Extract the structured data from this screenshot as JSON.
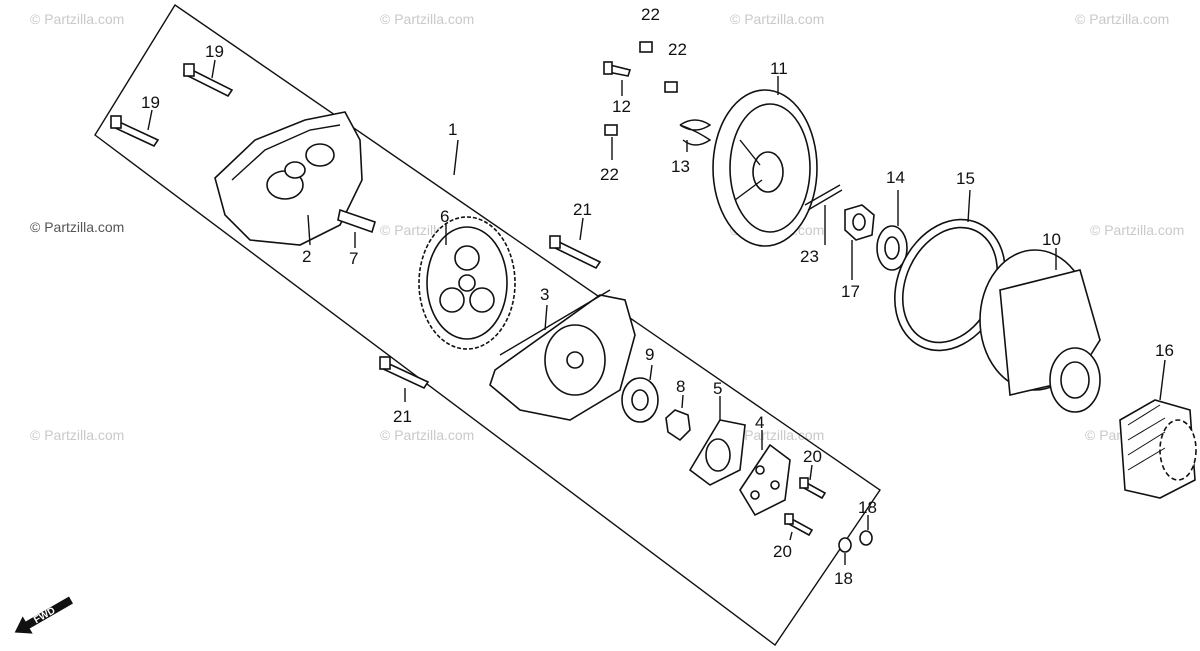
{
  "watermark": "© Partzilla.com",
  "fwd_label": "FWD",
  "callouts": [
    "1",
    "2",
    "3",
    "4",
    "5",
    "6",
    "7",
    "8",
    "9",
    "10",
    "11",
    "12",
    "13",
    "14",
    "15",
    "16",
    "17",
    "18",
    "18",
    "19",
    "19",
    "20",
    "20",
    "21",
    "21",
    "22",
    "22",
    "22",
    "23"
  ]
}
